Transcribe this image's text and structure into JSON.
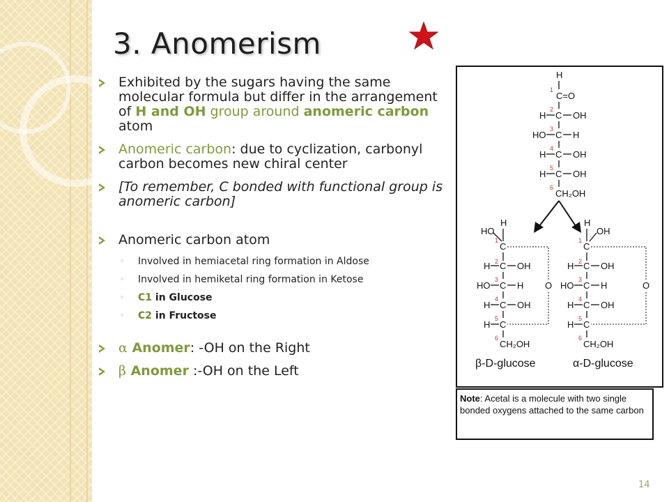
{
  "slide": {
    "title": "3. Anomerism",
    "page_number": "14"
  },
  "bullets": {
    "b1": {
      "t1": "Exhibited by the sugars having the same molecular formula but differ in the arrangement of ",
      "t2": "H and OH",
      "t3": " group around ",
      "t4": "anomeric carbon",
      "t5": " atom"
    },
    "b2": {
      "t1": "Anomeric carbon",
      "t2": ": due to cyclization, carbonyl carbon becomes new chiral center"
    },
    "b3": "[To remember, C bonded with functional group is anomeric carbon]",
    "b4": "Anomeric carbon atom",
    "sub": {
      "s1": "Involved in hemiacetal ring formation in Aldose",
      "s2": "Involved in hemiketal ring formation in Ketose",
      "s3a": "C1",
      "s3b": " in Glucose",
      "s4a": "C2",
      "s4b": " in Fructose"
    },
    "b5": {
      "greek": "α",
      "name": " Anomer",
      "rest": ": -OH on the Right"
    },
    "b6": {
      "greek": "β",
      "name": " Anomer",
      "rest": " :-OH on the Left"
    }
  },
  "diagram": {
    "open_chain": {
      "top_h": "H",
      "c1": "C=O",
      "c2_left": "H",
      "c2_right": "OH",
      "c3_left": "HO",
      "c3_right": "H",
      "c4_left": "H",
      "c4_right": "OH",
      "c5_left": "H",
      "c5_right": "OH",
      "c6": "CH₂OH"
    },
    "numbers": [
      "1",
      "2",
      "3",
      "4",
      "5",
      "6"
    ],
    "beta": {
      "top_left": "HO",
      "top_right": "H",
      "c2_left": "H",
      "c2_right": "OH",
      "c3_left": "HO",
      "c3_right": "H",
      "c4_left": "H",
      "c4_right": "OH",
      "c5_left": "H",
      "ring_o": "O",
      "c6": "CH₂OH",
      "label_greek": "β",
      "label_text": "-D-glucose"
    },
    "alpha": {
      "top_left": "H",
      "top_right": "OH",
      "c2_left": "H",
      "c2_right": "OH",
      "c3_left": "HO",
      "c3_right": "H",
      "c4_left": "H",
      "c4_right": "OH",
      "c5_left": "H",
      "ring_o": "O",
      "c6": "CH₂OH",
      "label_greek": "α",
      "label_text": "-D-glucose"
    },
    "carbon": "C"
  },
  "note": {
    "label": "Note",
    "text": ": Acetal is a molecule with two single bonded oxygens attached to the same carbon"
  },
  "colors": {
    "accent": "#7f9a3c",
    "star": "#d0121b",
    "strip": "#f3e3b3",
    "carbon_numbers": "#c0392b"
  },
  "icons": {
    "star": "star-icon",
    "bullet": "arrow-bullet-icon"
  }
}
